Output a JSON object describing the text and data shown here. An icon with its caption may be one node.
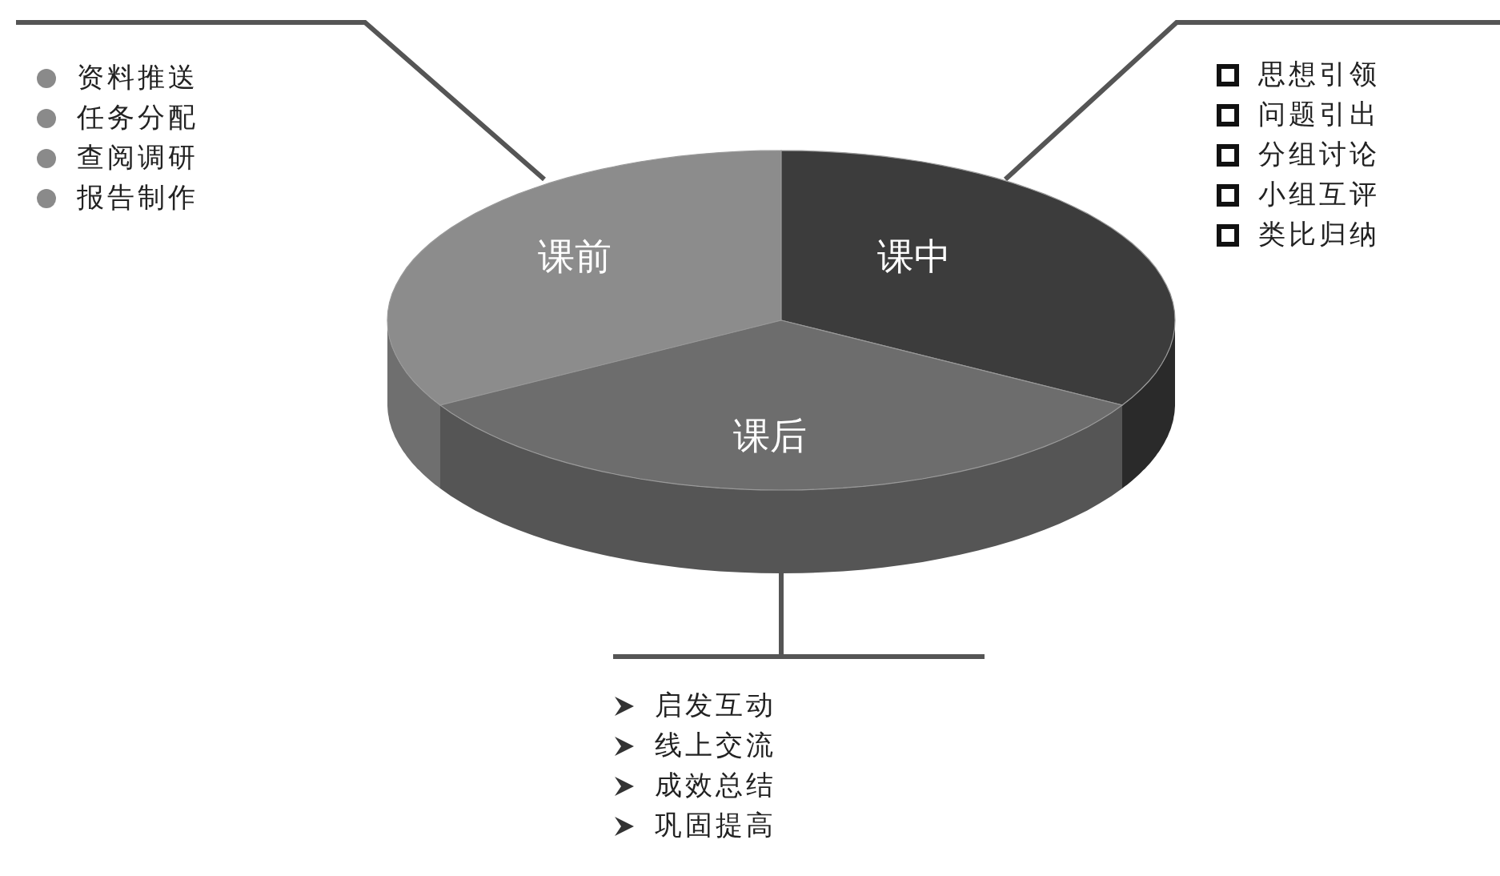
{
  "diagram": {
    "nodes": [
      {
        "text": [
          "课前"
        ]
      },
      {
        "text": [
          "课中"
        ]
      },
      {
        "text": [
          "课后"
        ]
      },
      {
        "text": [
          "资料推送",
          "任务分配",
          "查阅调研",
          "报告制作"
        ]
      },
      {
        "text": [
          "思想引领",
          "问题引出",
          "分组讨论",
          "小组互评",
          "类比归纳"
        ]
      },
      {
        "text": [
          "启发互动",
          "线上交流",
          "成效总结",
          "巩固提高"
        ]
      }
    ],
    "edges": [
      {
        "from": 3,
        "to": 0,
        "arrow": "none"
      },
      {
        "from": 4,
        "to": 1,
        "arrow": "none"
      },
      {
        "from": 5,
        "to": 2,
        "arrow": "none"
      }
    ]
  }
}
